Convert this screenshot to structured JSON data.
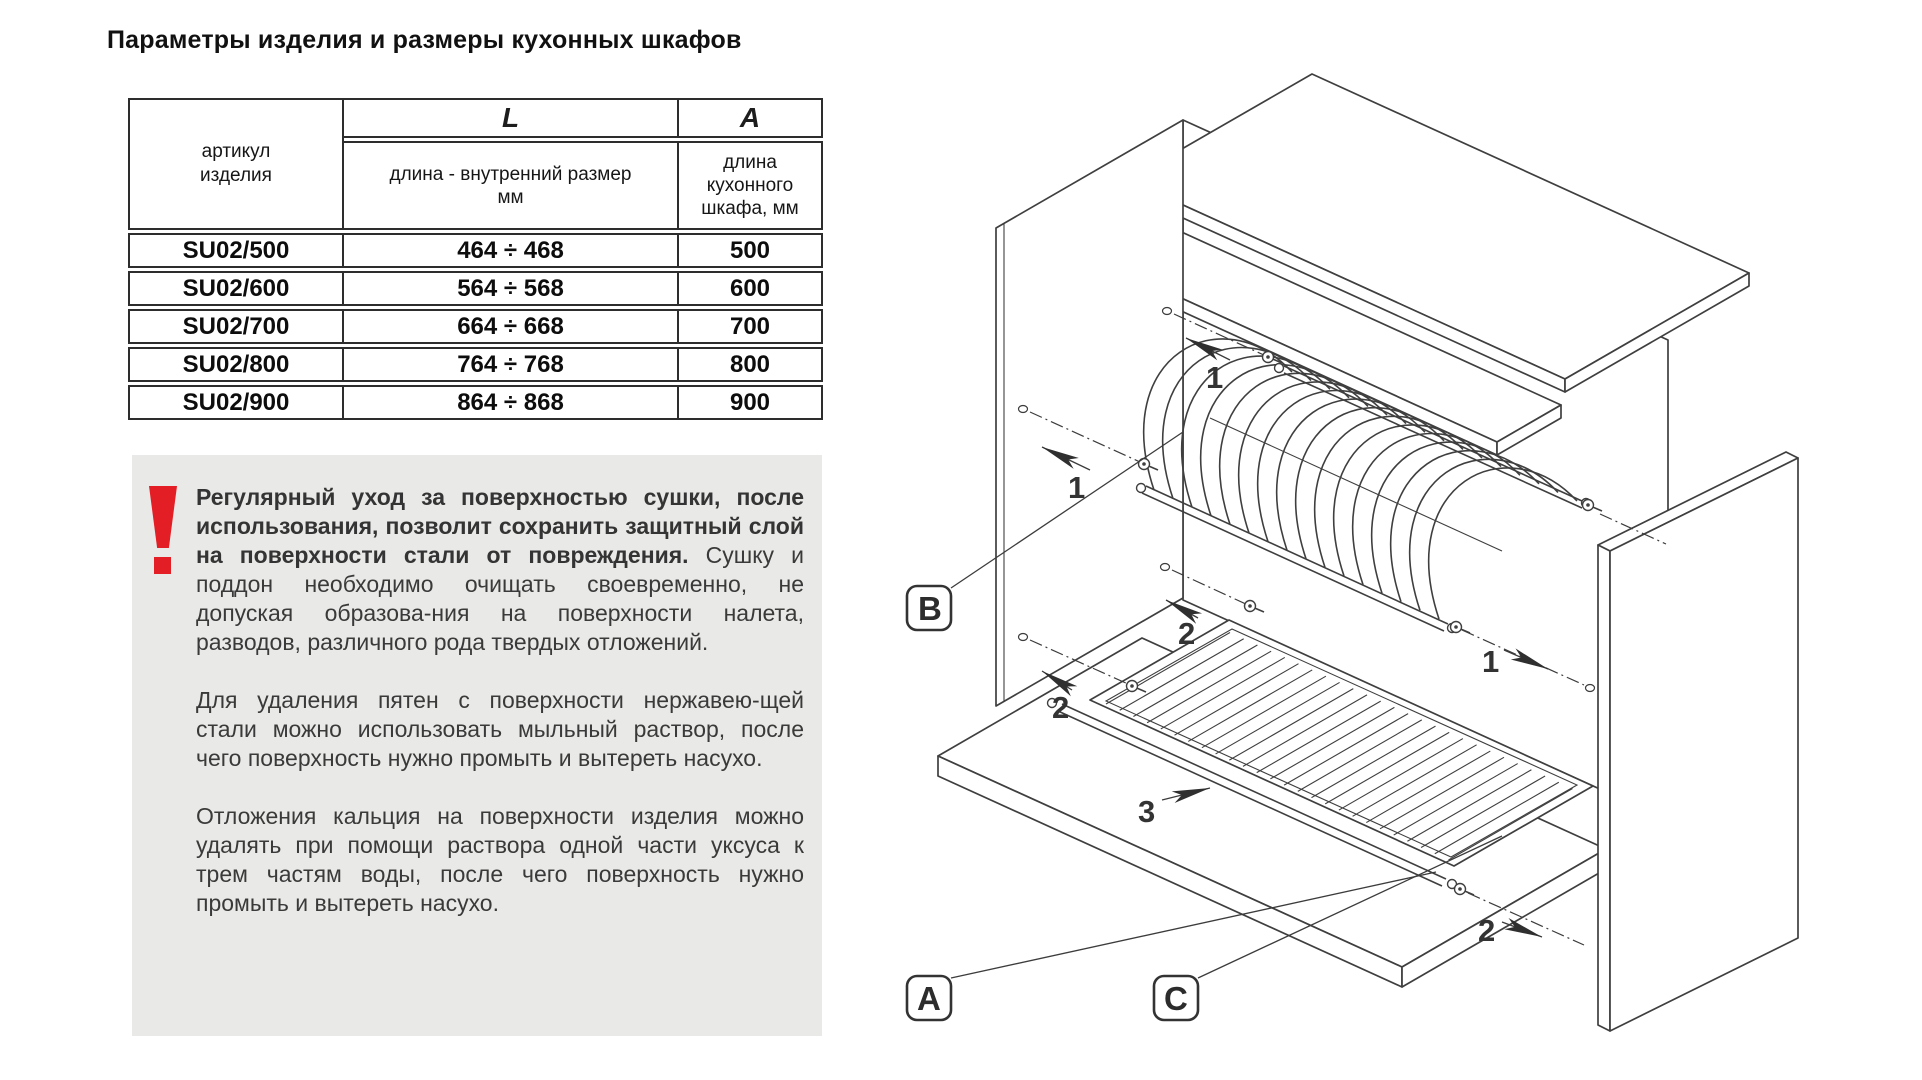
{
  "title": "Параметры изделия и размеры кухонных шкафов",
  "table": {
    "article_header": "артикул\nизделия",
    "l_symbol": "L",
    "l_desc": "длина - внутренний размер\nмм",
    "a_symbol": "A",
    "a_desc": "длина\nкухонного\nшкафа, мм",
    "rows": [
      {
        "article": "SU02/500",
        "l_range": "464 ÷ 468",
        "a": "500"
      },
      {
        "article": "SU02/600",
        "l_range": "564 ÷ 568",
        "a": "600"
      },
      {
        "article": "SU02/700",
        "l_range": "664 ÷ 668",
        "a": "700"
      },
      {
        "article": "SU02/800",
        "l_range": "764 ÷ 768",
        "a": "800"
      },
      {
        "article": "SU02/900",
        "l_range": "864 ÷ 868",
        "a": "900"
      }
    ]
  },
  "notice": {
    "p1_bold": "Регулярный уход за поверхностью сушки, после использования, позволит сохранить защитный слой на поверхности стали от повреждения.",
    "p1_rest": "Сушку и поддон необходимо очищать своевременно, не допуская образова-ния на поверхности налета, разводов, различного рода твердых отложений.",
    "p2": "Для удаления пятен с поверхности нержавею-щей стали можно использовать мыльный раствор, после чего поверхность нужно промыть и вытереть насухо.",
    "p3": "Отложения кальция на поверхности изделия можно удалять при помощи раствора одной части уксуса к трем частям воды, после чего поверхность нужно промыть и вытереть насухо."
  },
  "diagram": {
    "n1": "1",
    "n2": "2",
    "n3": "3",
    "box_b": "B",
    "box_a": "A",
    "box_c": "C",
    "accent_red": "#e31e24",
    "line_color": "#3f3f3f"
  }
}
